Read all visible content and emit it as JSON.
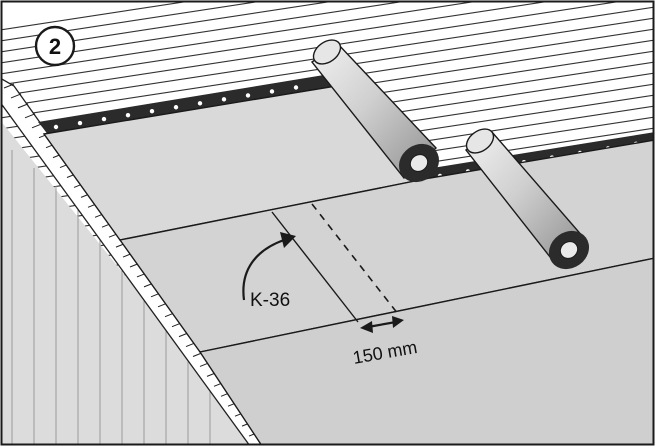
{
  "diagram": {
    "step_number": "2",
    "product_label": "K-36",
    "dimension_label": "150 mm"
  },
  "colors": {
    "membrane": "#d6d6d6",
    "membrane_dark": "#c4c4c4",
    "deck": "#ffffff",
    "line": "#1a1a1a",
    "strip": "#2b2b2b",
    "wall": "#dedede",
    "roll": "#cfcfcf"
  },
  "icons": [
    "step-badge-icon",
    "curved-arrow-icon",
    "double-arrow-icon"
  ]
}
